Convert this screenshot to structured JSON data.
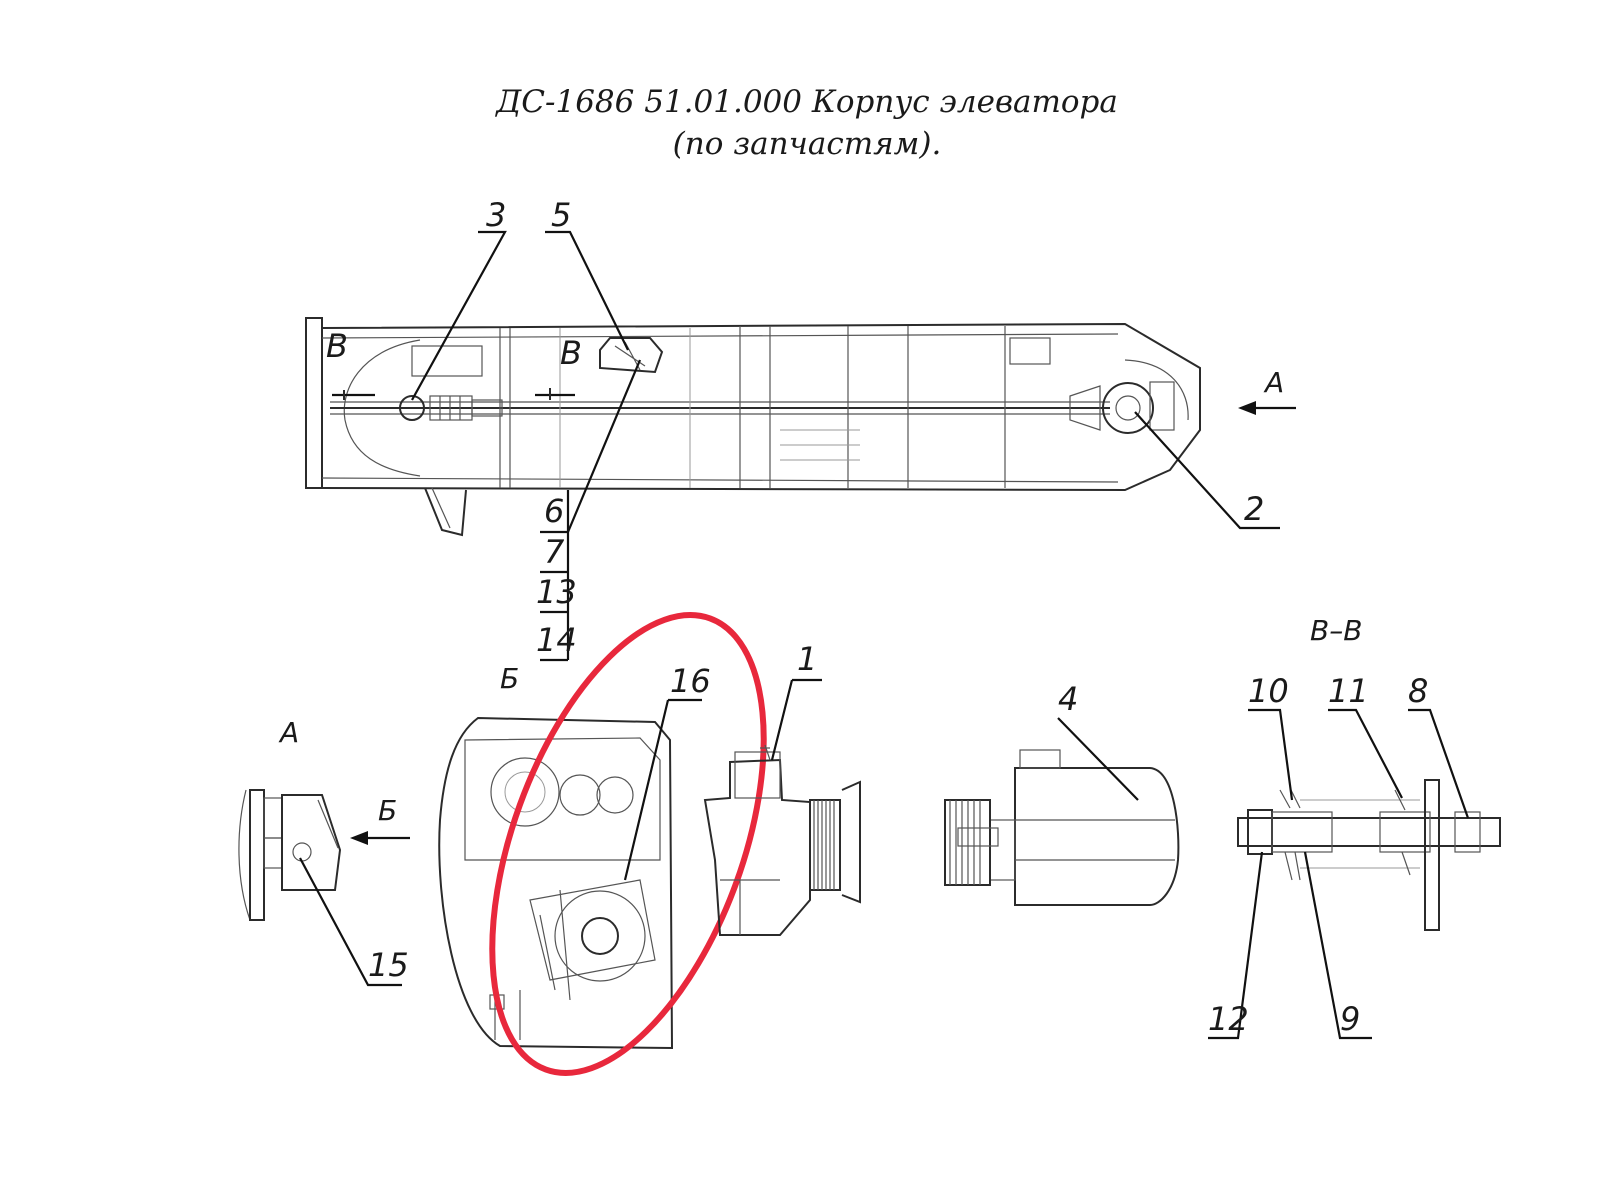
{
  "title": {
    "line1": "ДС-1686 51.01.000 Корпус элеватора",
    "line2": "(по запчастям)."
  },
  "views": {
    "section_marker": "В",
    "arrow_a": "А",
    "view_a": "А",
    "view_b": "Б",
    "arrow_b": "Б",
    "section_bb": "В–В"
  },
  "callouts": {
    "c1": "1",
    "c2": "2",
    "c3": "3",
    "c4": "4",
    "c5": "5",
    "c6": "6",
    "c7": "7",
    "c8": "8",
    "c9": "9",
    "c10": "10",
    "c11": "11",
    "c12": "12",
    "c13": "13",
    "c14": "14",
    "c15": "15",
    "c16": "16"
  },
  "highlight": {
    "shape": "ellipse",
    "color": "#e8283c"
  }
}
